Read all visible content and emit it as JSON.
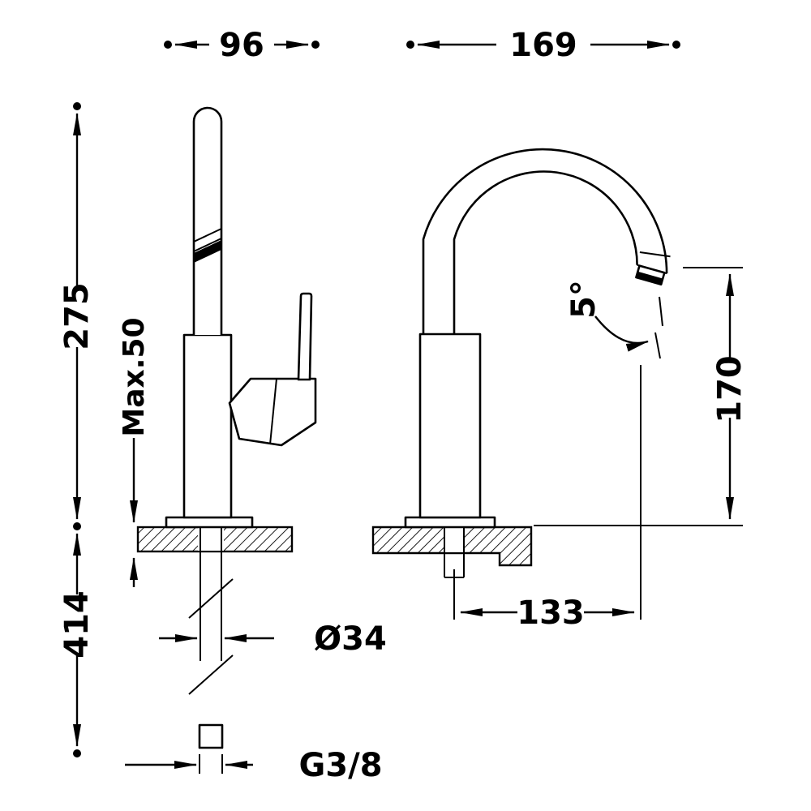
{
  "diagram": {
    "type": "faucet-technical-dimension-drawing",
    "dimensions": {
      "top_left_width": "96",
      "top_right_width": "169",
      "front_height": "275",
      "deck_thickness_max": "Max.50",
      "under_counter_length": "414",
      "base_diameter": "Ø34",
      "supply_thread": "G3/8",
      "spout_reach": "133",
      "spout_height": "170",
      "swivel_angle": "5°"
    },
    "colors": {
      "line": "#000000",
      "background": "#ffffff"
    }
  }
}
